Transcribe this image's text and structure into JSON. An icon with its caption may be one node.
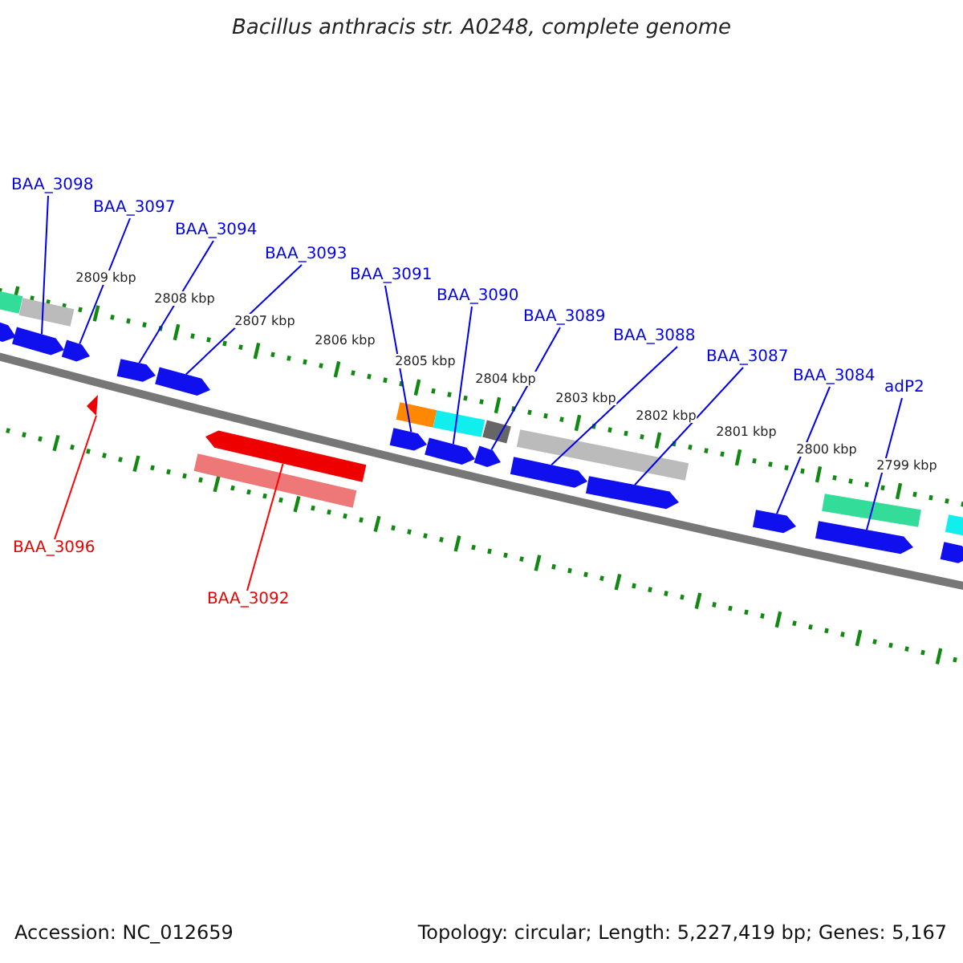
{
  "diagram": {
    "title": "Bacillus anthracis str. A0248, complete genome",
    "nodes": [
      {
        "text": [
          "BAA_3098"
        ]
      },
      {
        "text": [
          "BAA_3097"
        ]
      },
      {
        "text": [
          "BAA_3094"
        ]
      },
      {
        "text": [
          "BAA_3093"
        ]
      },
      {
        "text": [
          "BAA_3091"
        ]
      },
      {
        "text": [
          "BAA_3090"
        ]
      },
      {
        "text": [
          "BAA_3089"
        ]
      },
      {
        "text": [
          "BAA_3088"
        ]
      },
      {
        "text": [
          "BAA_3087"
        ]
      },
      {
        "text": [
          "BAA_3084"
        ]
      },
      {
        "text": [
          "adP2"
        ]
      },
      {
        "text": [
          "BAA_3096"
        ]
      },
      {
        "text": [
          "BAA_3092"
        ]
      },
      {
        "text": [],
        "shape": "bar"
      },
      {
        "text": [],
        "shape": "bar"
      },
      {
        "text": [],
        "shape": "bar"
      },
      {
        "text": [],
        "shape": "bar"
      },
      {
        "text": [],
        "shape": "bar"
      },
      {
        "text": [],
        "shape": "bar"
      },
      {
        "text": [],
        "shape": "bar"
      },
      {
        "text": [],
        "shape": "bar"
      },
      {
        "text": [],
        "shape": "arrow"
      },
      {
        "text": [],
        "shape": "arrow"
      },
      {
        "text": [],
        "shape": "arrow"
      },
      {
        "text": [],
        "shape": "arrow"
      },
      {
        "text": [],
        "shape": "arrow"
      },
      {
        "text": [],
        "shape": "arrow"
      },
      {
        "text": [],
        "shape": "arrow"
      },
      {
        "text": [],
        "shape": "arrow"
      },
      {
        "text": [],
        "shape": "arrow"
      },
      {
        "text": [],
        "shape": "arrow"
      },
      {
        "text": [],
        "shape": "arrow"
      },
      {
        "text": [],
        "shape": "arrow"
      },
      {
        "text": [],
        "shape": "arrow"
      },
      {
        "text": [],
        "shape": "triangle"
      },
      {
        "text": [],
        "shape": "arrow"
      },
      {
        "text": [],
        "shape": "bar"
      }
    ],
    "edges": [
      {
        "from": 0,
        "to": 22,
        "arrow": "none"
      },
      {
        "from": 1,
        "to": 23,
        "arrow": "none"
      },
      {
        "from": 2,
        "to": 24,
        "arrow": "none"
      },
      {
        "from": 3,
        "to": 25,
        "arrow": "none"
      },
      {
        "from": 4,
        "to": 26,
        "arrow": "none"
      },
      {
        "from": 5,
        "to": 27,
        "arrow": "none"
      },
      {
        "from": 6,
        "to": 28,
        "arrow": "none"
      },
      {
        "from": 7,
        "to": 29,
        "arrow": "none"
      },
      {
        "from": 8,
        "to": 30,
        "arrow": "none"
      },
      {
        "from": 9,
        "to": 31,
        "arrow": "none"
      },
      {
        "from": 10,
        "to": 32,
        "arrow": "none"
      },
      {
        "from": 11,
        "to": 34,
        "arrow": "none",
        "color": "#ff0000"
      },
      {
        "from": 12,
        "to": 35,
        "arrow": "none",
        "color": "#ff0000"
      }
    ],
    "labels": [
      "2809 kbp",
      "2808 kbp",
      "2807 kbp",
      "2806 kbp",
      "2805 kbp",
      "2804 kbp",
      "2803 kbp",
      "2802 kbp",
      "2801 kbp",
      "2800 kbp",
      "2799 kbp",
      "Accession: NC_012659",
      "Topology: circular; Length: 5,227,419 bp; Genes: 5,167"
    ]
  }
}
